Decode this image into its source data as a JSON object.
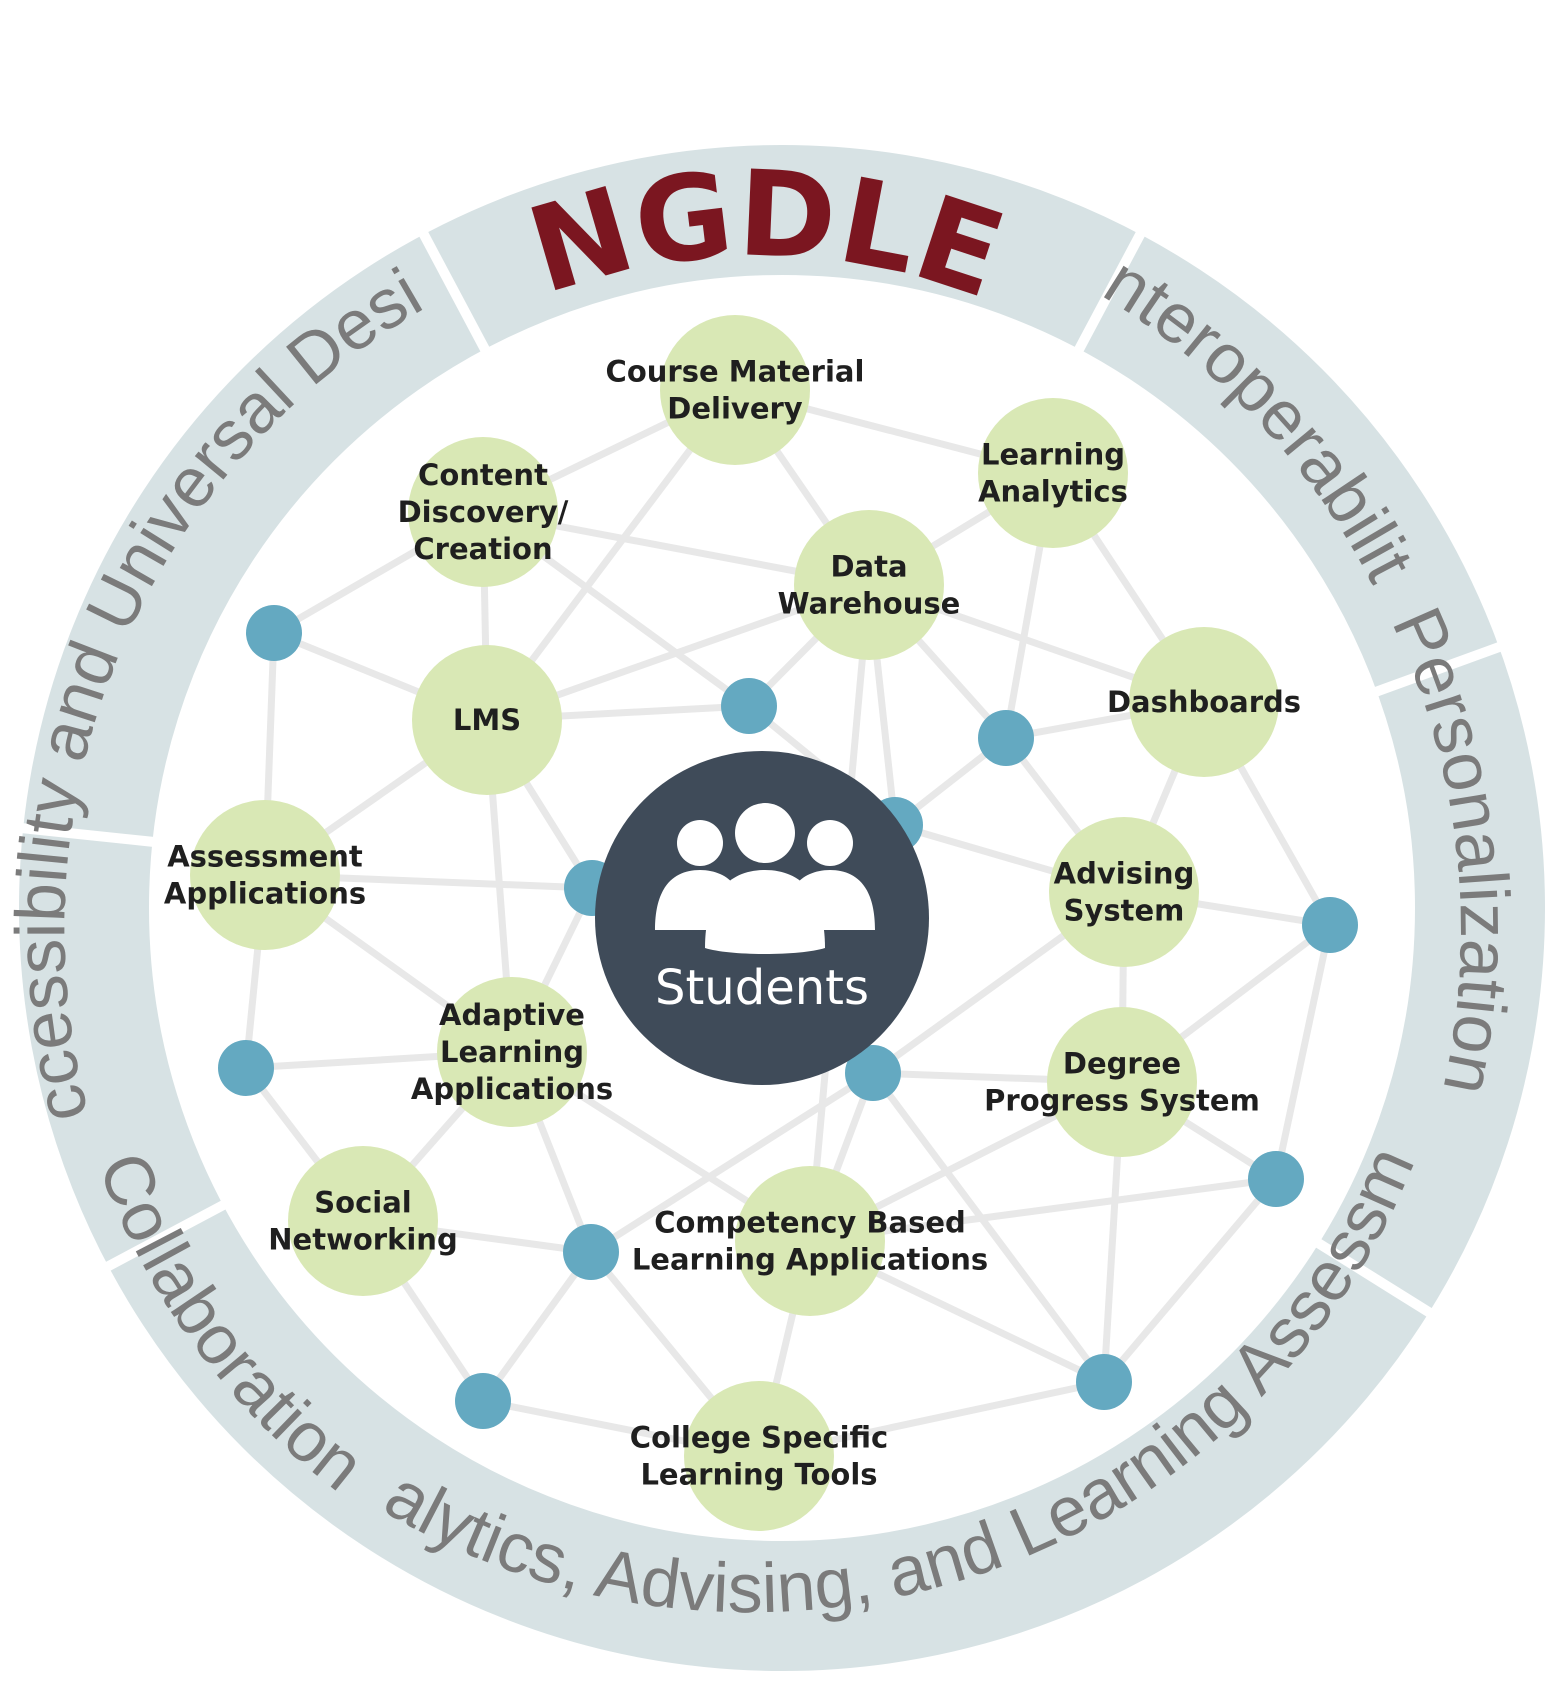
{
  "title": "NGDLE",
  "ring_segments": [
    {
      "id": "accessibility",
      "label": "Accessibility and Universal Design"
    },
    {
      "id": "interoperability",
      "label": "Interoperability"
    },
    {
      "id": "personalization",
      "label": "Personalization"
    },
    {
      "id": "analytics",
      "label": "Analytics, Advising, and Learning Assessment"
    },
    {
      "id": "collaboration",
      "label": "Collaboration"
    }
  ],
  "center": {
    "label": "Students",
    "icon": "users-group-icon"
  },
  "nodes": [
    {
      "id": "course-material-delivery",
      "lines": [
        "Course Material",
        "Delivery"
      ]
    },
    {
      "id": "learning-analytics",
      "lines": [
        "Learning",
        "Analytics"
      ]
    },
    {
      "id": "content-discovery",
      "lines": [
        "Content",
        "Discovery/",
        "Creation"
      ]
    },
    {
      "id": "data-warehouse",
      "lines": [
        "Data",
        "Warehouse"
      ]
    },
    {
      "id": "dashboards",
      "lines": [
        "Dashboards"
      ]
    },
    {
      "id": "lms",
      "lines": [
        "LMS"
      ]
    },
    {
      "id": "advising-system",
      "lines": [
        "Advising",
        "System"
      ]
    },
    {
      "id": "assessment-applications",
      "lines": [
        "Assessment",
        "Applications"
      ]
    },
    {
      "id": "adaptive-learning",
      "lines": [
        "Adaptive",
        "Learning",
        "Applications"
      ]
    },
    {
      "id": "degree-progress",
      "lines": [
        "Degree",
        "Progress System"
      ]
    },
    {
      "id": "social-networking",
      "lines": [
        "Social",
        "Networking"
      ]
    },
    {
      "id": "competency-based",
      "lines": [
        "Competency Based",
        "Learning Applications"
      ]
    },
    {
      "id": "college-specific",
      "lines": [
        "College Specific",
        "Learning Tools"
      ]
    }
  ],
  "colors": {
    "ring": "#d7e2e4",
    "title": "#7b1620",
    "node_fill": "#d9e8b5",
    "hub_fill": "#64a9c1",
    "center_fill": "#3f4b59",
    "edge": "#e8e8e8",
    "ring_text": "#7b7b7b"
  }
}
